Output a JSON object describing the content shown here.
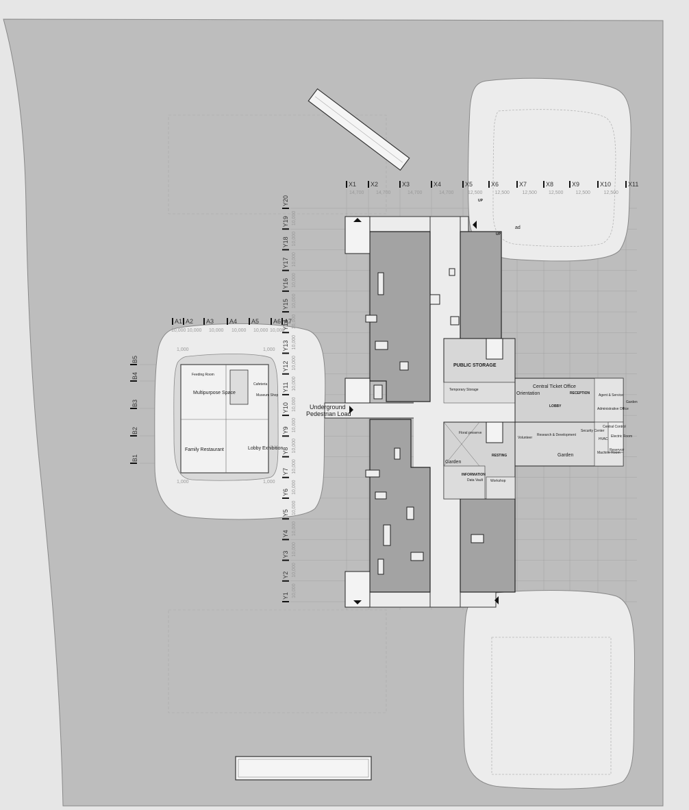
{
  "grid": {
    "x_axes": [
      "X1",
      "X2",
      "X3",
      "X4",
      "X5",
      "X6",
      "X7",
      "X8",
      "X9",
      "X10",
      "X11"
    ],
    "x_dims": [
      "14,700",
      "14,700",
      "14,700",
      "14,700",
      "12,500",
      "12,500",
      "12,500",
      "12,500",
      "12,500",
      "12,500"
    ],
    "y_axes": [
      "Y1",
      "Y2",
      "Y3",
      "Y4",
      "Y5",
      "Y6",
      "Y7",
      "Y8",
      "Y9",
      "Y10",
      "Y11",
      "Y12",
      "Y13",
      "Y14",
      "Y15",
      "Y16",
      "Y17",
      "Y18",
      "Y19",
      "Y20"
    ],
    "y_dims": [
      "10,000",
      "10,000",
      "10,000",
      "10,000",
      "10,000",
      "10,000",
      "10,000",
      "10,000",
      "10,000",
      "10,000",
      "10,000",
      "10,000",
      "10,000",
      "10,000",
      "10,000",
      "10,000",
      "10,000",
      "10,000",
      "10,000"
    ],
    "a_axes": [
      "A1",
      "A2",
      "A3",
      "A4",
      "A5",
      "A6",
      "A7"
    ],
    "a_dims": [
      "10,000",
      "10,000",
      "10,000",
      "10,000",
      "10,000",
      "10,000"
    ],
    "b_axes": [
      "B1",
      "B2",
      "B3",
      "B4",
      "B5"
    ],
    "small_dim": "1,000"
  },
  "labels": {
    "underground_line1": "Underground",
    "underground_line2": "Pedestrian Load",
    "public_storage": "PUBLIC STORAGE",
    "temporary_storage": "Temporary Storage",
    "orientation": "Orientation",
    "central_ticket": "Central Ticket Office",
    "reception": "RECEPTION",
    "lobby": "LOBBY",
    "agent_service": "Agent & Service",
    "administrative": "Administrative Office",
    "garden_small": "Garden",
    "floral_preserve": "Floral preserve",
    "volunteer": "Volunteer",
    "research": "Research & Development",
    "security": "Security Center",
    "central_control": "Central Control",
    "hvac": "HVAC",
    "electric": "Electric Room",
    "reservoir": "Reservoir",
    "machine": "Machine Room",
    "resting": "RESTING",
    "garden_left": "Garden",
    "garden_right": "Garden",
    "information": "INFORMATION",
    "data_vault": "Data Vault",
    "workshop": "Workshop",
    "feeding": "Feeding Room",
    "multipurpose": "Multipurpose Space",
    "cafeteria": "Cafeteria",
    "museum_shop": "Museum Shop",
    "family_restaurant": "Family Restaurant",
    "lobby_exhibition": "Lobby Exhibition",
    "up1": "UP",
    "up2": "UP",
    "road": "ad"
  }
}
